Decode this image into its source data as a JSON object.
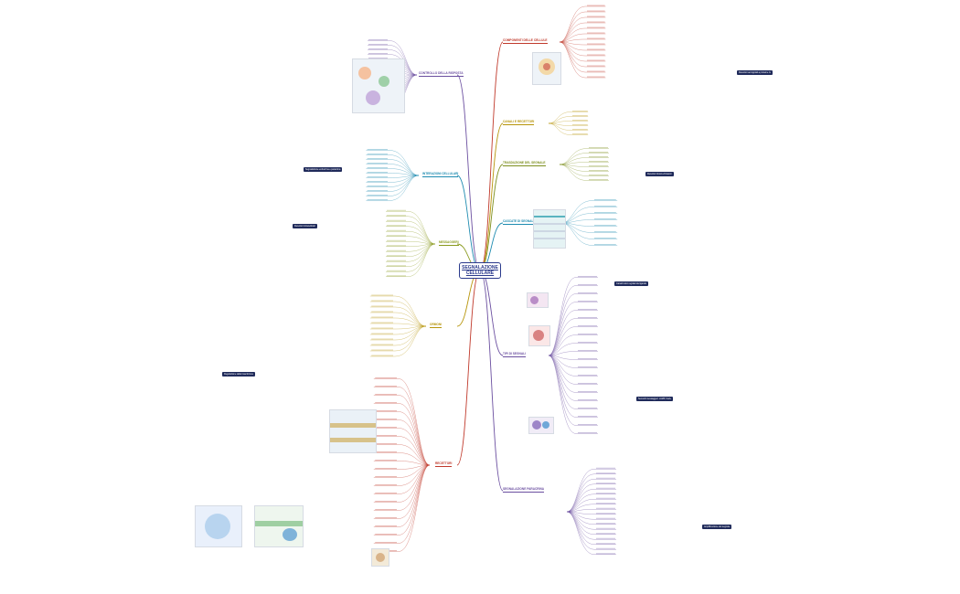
{
  "title": "SEGNALAZIONE CELLULARE",
  "branches": [
    {
      "id": "b1",
      "label": "COMPONENTI DELLE CELLULE",
      "color": "#c0392b",
      "side": "right"
    },
    {
      "id": "b2",
      "label": "CANALI E RECETTORI",
      "color": "#b7950b",
      "side": "right"
    },
    {
      "id": "b3",
      "label": "TRASDUZIONE DEL SEGNALE",
      "color": "#7d8f1e",
      "side": "right"
    },
    {
      "id": "b4",
      "label": "CASCATE DI SEGNALE",
      "color": "#1e8bb0",
      "side": "right"
    },
    {
      "id": "b5",
      "label": "TIPI DI SEGNALI",
      "color": "#6b4fa0",
      "side": "right"
    },
    {
      "id": "b6",
      "label": "SEGNALAZIONE PARACRINA",
      "color": "#6b4fa0",
      "side": "right"
    },
    {
      "id": "b7",
      "label": "CONTROLLO DELLA RISPOSTA",
      "color": "#6b4fa0",
      "side": "left"
    },
    {
      "id": "b8",
      "label": "INTERAZIONI CELLULARI",
      "color": "#1e8bb0",
      "side": "left"
    },
    {
      "id": "b9",
      "label": "MESSAGGERI",
      "color": "#8a9a1e",
      "side": "left"
    },
    {
      "id": "b10",
      "label": "ORMONI",
      "color": "#b7950b",
      "side": "left"
    },
    {
      "id": "b11",
      "label": "RECETTORI",
      "color": "#c0392b",
      "side": "left"
    }
  ],
  "notes": [
    "Recettori accoppiati a proteine G",
    "Recettori tirosin-chinasici",
    "Canali ionici regolati da ligando",
    "Secondi messaggeri: cAMP, Ca2+",
    "Amplificazione del segnale",
    "Segnalazione endocrina e paracrina",
    "Recettori intracellulari",
    "Regolazione della trascrizione"
  ]
}
